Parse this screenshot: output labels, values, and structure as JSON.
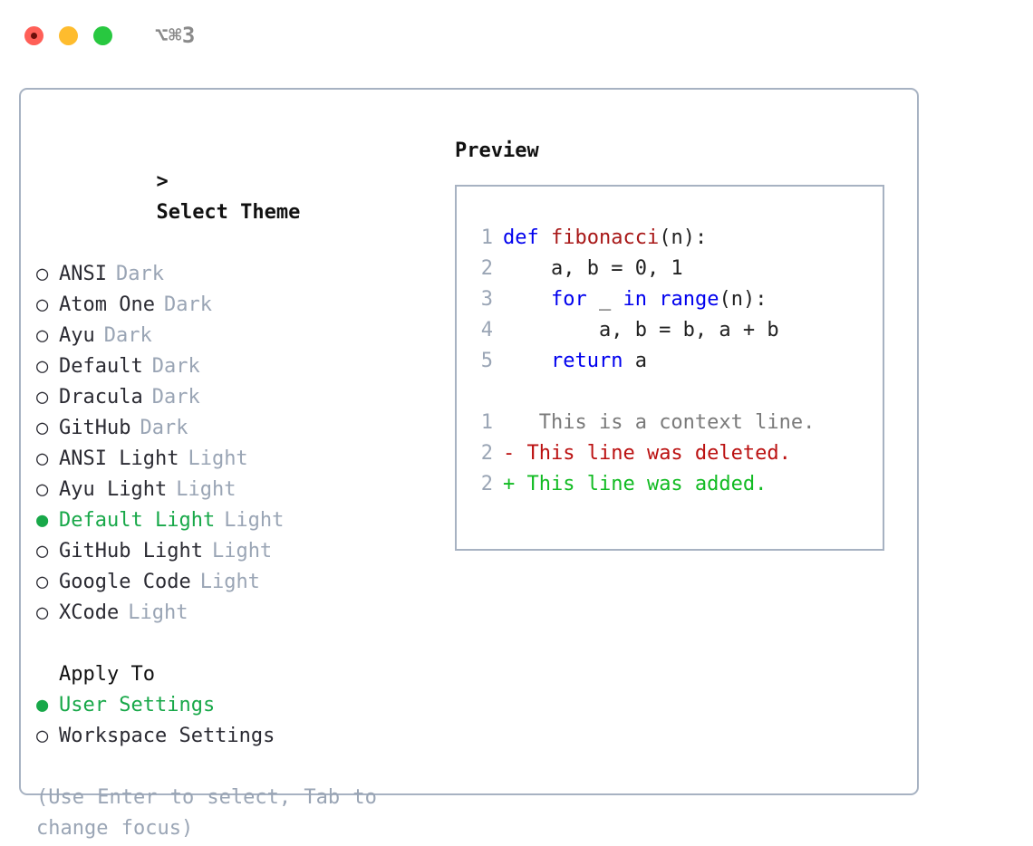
{
  "titlebar": {
    "shortcut": "⌥⌘3",
    "buttons": [
      {
        "name": "close",
        "color": "#ff5f57"
      },
      {
        "name": "minimize",
        "color": "#febc2e"
      },
      {
        "name": "maximize",
        "color": "#28c840"
      }
    ]
  },
  "theme_picker": {
    "heading_prefix": ">",
    "heading": "Select Theme",
    "selected_bullet": "●",
    "unselected_bullet": "○",
    "selected_color": "#18a849",
    "tag_color": "#9aa5b5",
    "items": [
      {
        "name": "ANSI",
        "tag": "Dark",
        "selected": false
      },
      {
        "name": "Atom One",
        "tag": "Dark",
        "selected": false
      },
      {
        "name": "Ayu",
        "tag": "Dark",
        "selected": false
      },
      {
        "name": "Default",
        "tag": "Dark",
        "selected": false
      },
      {
        "name": "Dracula",
        "tag": "Dark",
        "selected": false
      },
      {
        "name": "GitHub",
        "tag": "Dark",
        "selected": false
      },
      {
        "name": "ANSI Light",
        "tag": "Light",
        "selected": false
      },
      {
        "name": "Ayu Light",
        "tag": "Light",
        "selected": false
      },
      {
        "name": "Default Light",
        "tag": "Light",
        "selected": true
      },
      {
        "name": "GitHub Light",
        "tag": "Light",
        "selected": false
      },
      {
        "name": "Google Code",
        "tag": "Light",
        "selected": false
      },
      {
        "name": "XCode",
        "tag": "Light",
        "selected": false
      }
    ]
  },
  "apply_to": {
    "heading": "Apply To",
    "items": [
      {
        "name": "User Settings",
        "selected": true
      },
      {
        "name": "Workspace Settings",
        "selected": false
      }
    ]
  },
  "hint": "(Use Enter to select, Tab to change focus)",
  "preview": {
    "label": "Preview",
    "code_lines": [
      {
        "lineno": "1",
        "tokens": [
          {
            "text": "def ",
            "kind": "kw"
          },
          {
            "text": "fibonacci",
            "kind": "fn"
          },
          {
            "text": "(n):",
            "kind": "pl"
          }
        ]
      },
      {
        "lineno": "2",
        "tokens": [
          {
            "text": "    a, b = 0, 1",
            "kind": "pl"
          }
        ]
      },
      {
        "lineno": "3",
        "tokens": [
          {
            "text": "    ",
            "kind": "pl"
          },
          {
            "text": "for",
            "kind": "kw"
          },
          {
            "text": " _ ",
            "kind": "pl"
          },
          {
            "text": "in",
            "kind": "kw"
          },
          {
            "text": " ",
            "kind": "pl"
          },
          {
            "text": "range",
            "kind": "kw"
          },
          {
            "text": "(n):",
            "kind": "pl"
          }
        ]
      },
      {
        "lineno": "4",
        "tokens": [
          {
            "text": "        a, b = b, a + b",
            "kind": "pl"
          }
        ]
      },
      {
        "lineno": "5",
        "tokens": [
          {
            "text": "    ",
            "kind": "pl"
          },
          {
            "text": "return",
            "kind": "kw"
          },
          {
            "text": " a",
            "kind": "pl"
          }
        ]
      }
    ],
    "diff_lines": [
      {
        "lineno": "1",
        "marker": " ",
        "text": "  This is a context line.",
        "kind": "ctx"
      },
      {
        "lineno": "2",
        "marker": "-",
        "text": " This line was deleted.",
        "kind": "del"
      },
      {
        "lineno": "2",
        "marker": "+",
        "text": " This line was added.",
        "kind": "add"
      }
    ]
  }
}
